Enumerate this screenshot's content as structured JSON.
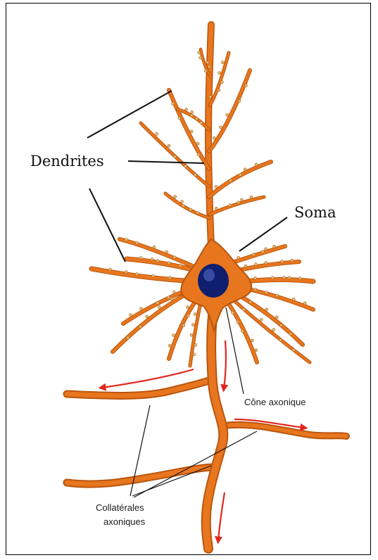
{
  "labels": {
    "dendrites": "Dendrites",
    "soma": "Soma",
    "cone": "Cône axonique",
    "collaterales_line1": "Collatérales",
    "collaterales_line2": "axoniques"
  },
  "colors": {
    "neuron": "#e8761e",
    "neuron_dark": "#b9550d",
    "nucleus": "#0f1f6e",
    "arrow": "#e3261c",
    "spine": "#d8c27e"
  }
}
